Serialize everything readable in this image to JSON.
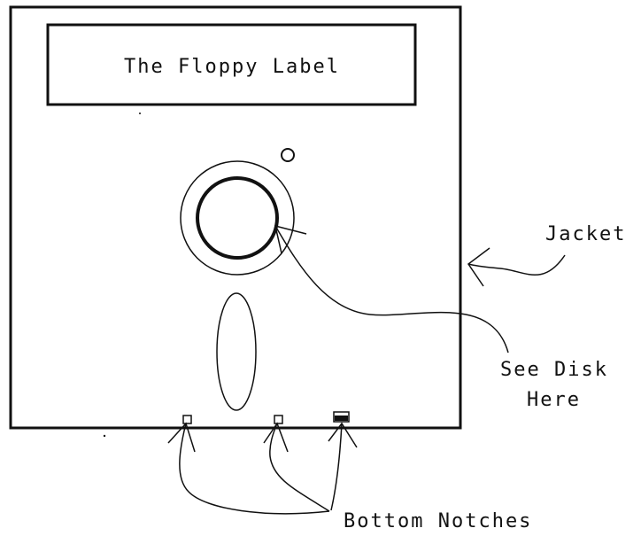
{
  "diagram": {
    "label_text": "The Floppy Label",
    "jacket_label": "Jacket",
    "disk_label_line1": "See Disk",
    "disk_label_line2": "Here",
    "notches_label": "Bottom Notches"
  }
}
